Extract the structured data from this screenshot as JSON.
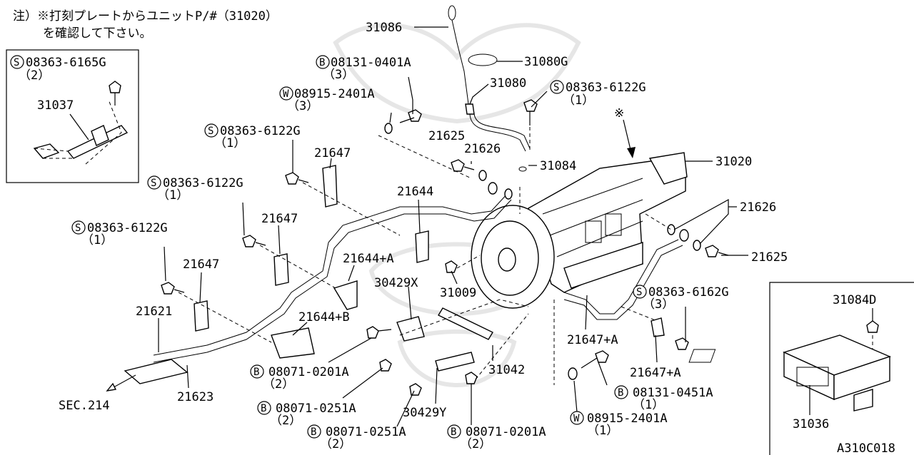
{
  "note": {
    "line1": "注）※打刻プレートからユニットP/#（31020）",
    "line2": "を確認して下さい。"
  },
  "inset_left": {
    "fastener": {
      "prefix": "S",
      "code": "08363-6165G",
      "qty": "（2）"
    },
    "part": "31037"
  },
  "inset_right": {
    "parts": [
      "31084D",
      "31036"
    ]
  },
  "diagram_code": "A310C018",
  "sec_ref": "SEC.214",
  "marker": "※",
  "parts": [
    "31086",
    "31080G",
    "31080",
    "31084",
    "31020",
    "21626",
    "21626",
    "21625",
    "21625",
    "21647",
    "21647",
    "21647",
    "21644",
    "21644+A",
    "21644+B",
    "21621",
    "21623",
    "30429X",
    "30429Y",
    "31009",
    "31042",
    "21647+A",
    "21647+A"
  ],
  "fasteners": [
    {
      "prefix": "B",
      "code": "08131-0401A",
      "qty": "（3）"
    },
    {
      "prefix": "W",
      "code": "08915-2401A",
      "qty": "（3）"
    },
    {
      "prefix": "S",
      "code": "08363-6122G",
      "qty": "（1）"
    },
    {
      "prefix": "S",
      "code": "08363-6122G",
      "qty": "（1）"
    },
    {
      "prefix": "S",
      "code": "08363-6122G",
      "qty": "（1）"
    },
    {
      "prefix": "S",
      "code": "08363-6122G",
      "qty": "（1）"
    },
    {
      "prefix": "S",
      "code": "08363-6162G",
      "qty": "（3）"
    },
    {
      "prefix": "B",
      "code": "08071-0201A",
      "qty": "（2）"
    },
    {
      "prefix": "B",
      "code": "08071-0251A",
      "qty": "（2）"
    },
    {
      "prefix": "B",
      "code": "08071-0251A",
      "qty": "（2）"
    },
    {
      "prefix": "B",
      "code": "08071-0201A",
      "qty": "（2）"
    },
    {
      "prefix": "B",
      "code": "08131-0451A",
      "qty": "（1）"
    },
    {
      "prefix": "W",
      "code": "08915-2401A",
      "qty": "（1）"
    }
  ]
}
